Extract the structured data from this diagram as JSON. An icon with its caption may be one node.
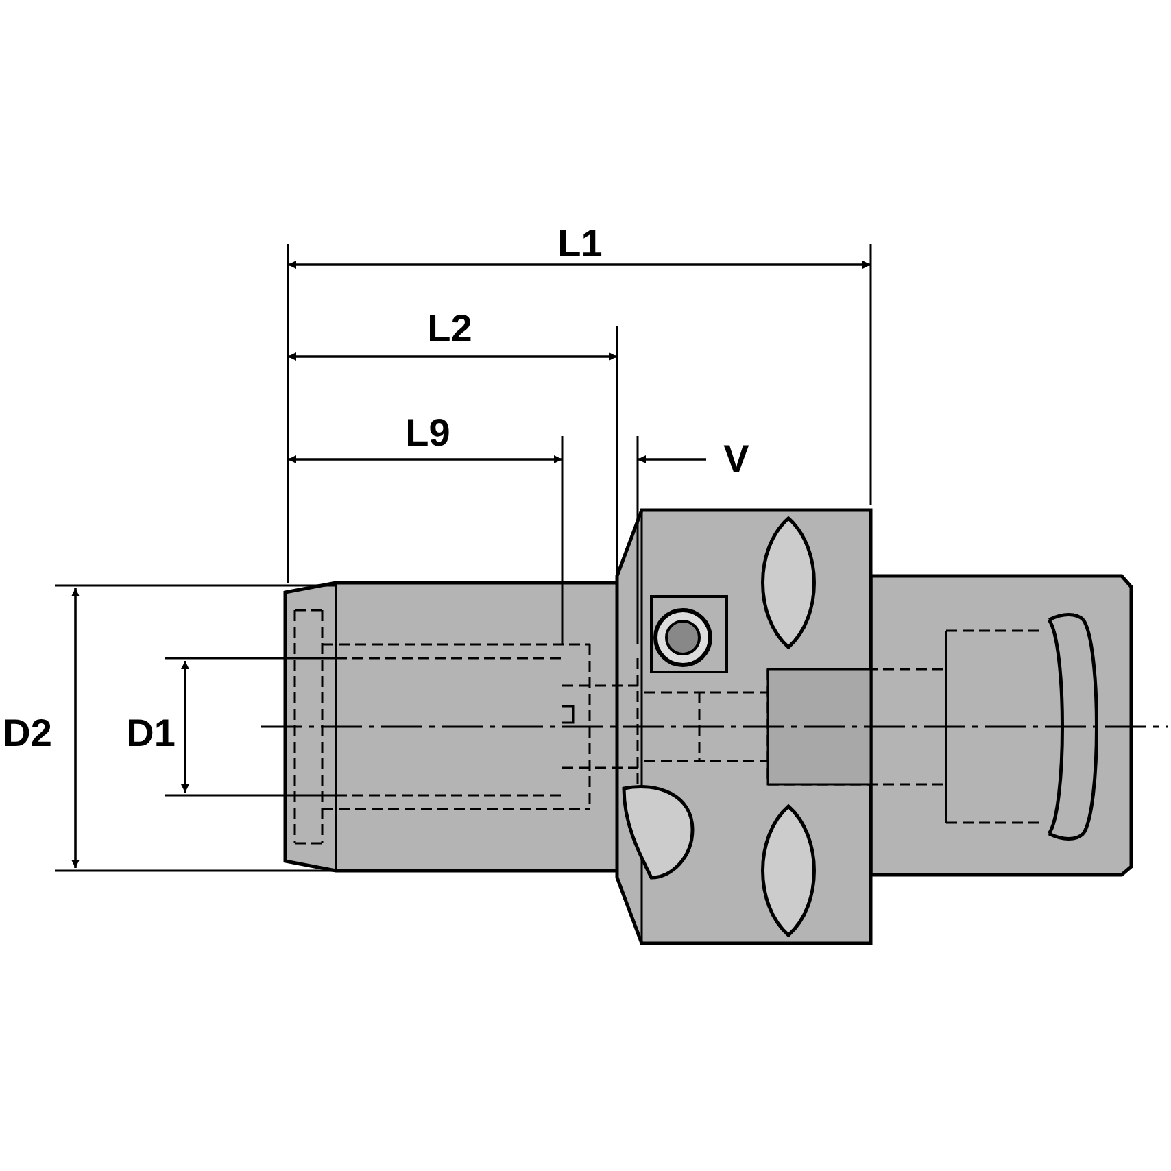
{
  "diagram": {
    "labels": [
      "L1",
      "L2",
      "L9",
      "V",
      "D2",
      "D1"
    ]
  }
}
